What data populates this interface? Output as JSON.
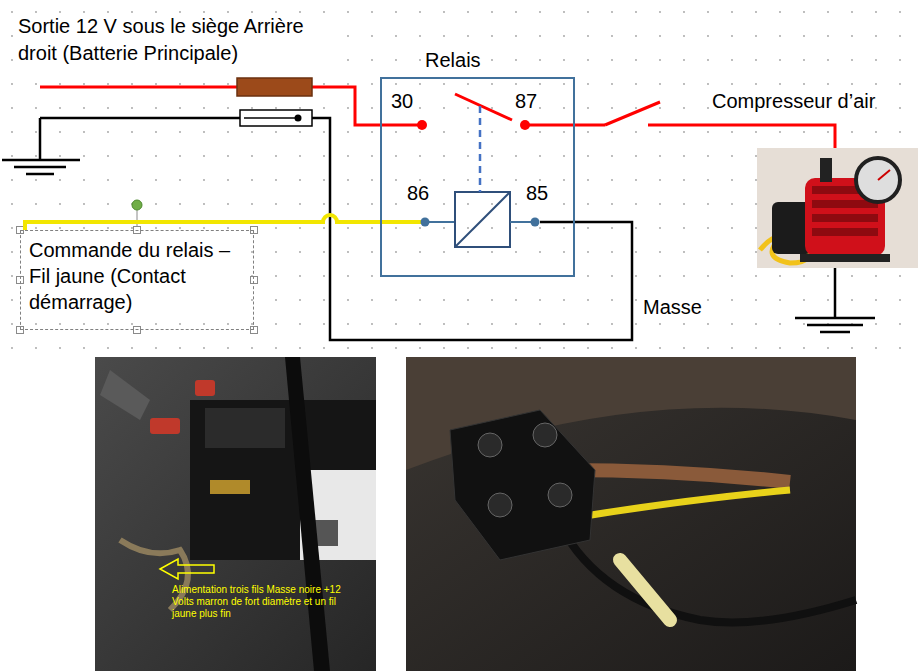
{
  "diagram": {
    "nodes": [
      {
        "text": [
          "Relais"
        ]
      },
      {
        "text": [
          "Commande du relais – Fil jaune (Contact démarrage)"
        ]
      }
    ],
    "edges": [
      {
        "from": 1,
        "to": 0,
        "arrow": "none"
      }
    ],
    "labels": [
      "Sortie 12 V sous le siège Arrière droit (Batterie Principale)",
      "30",
      "87",
      "86",
      "85",
      "Compresseur d’air",
      "Masse",
      "Alimentation trois fils Masse noire +12 Volts marron de fort diamètre et un fil jaune plus fin"
    ]
  }
}
